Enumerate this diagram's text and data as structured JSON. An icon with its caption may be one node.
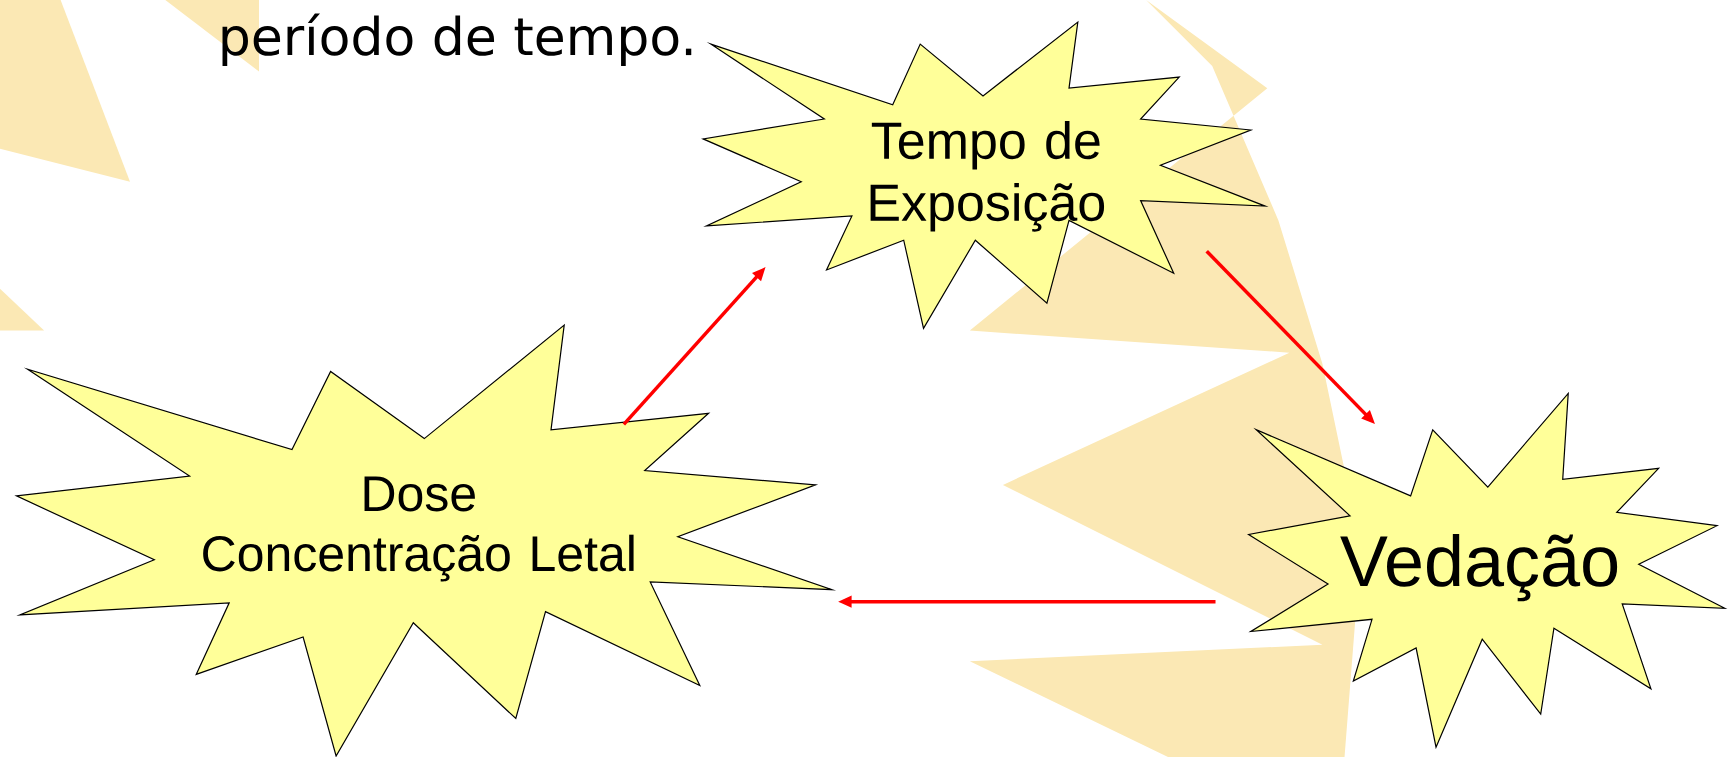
{
  "diagram": {
    "nodes": [
      {
        "text": [
          "Tempo de Exposição"
        ]
      },
      {
        "text": [
          "Dose Concentração Letal"
        ]
      },
      {
        "text": [
          "Vedação"
        ]
      }
    ],
    "edges": [
      {
        "from": 1,
        "to": 0,
        "arrow": "to",
        "color": "#ff0000"
      },
      {
        "from": 0,
        "to": 2,
        "arrow": "to",
        "color": "#ff0000"
      },
      {
        "from": 2,
        "to": 1,
        "arrow": "to",
        "color": "#ff0000"
      }
    ],
    "labels": [
      "período de tempo."
    ]
  }
}
